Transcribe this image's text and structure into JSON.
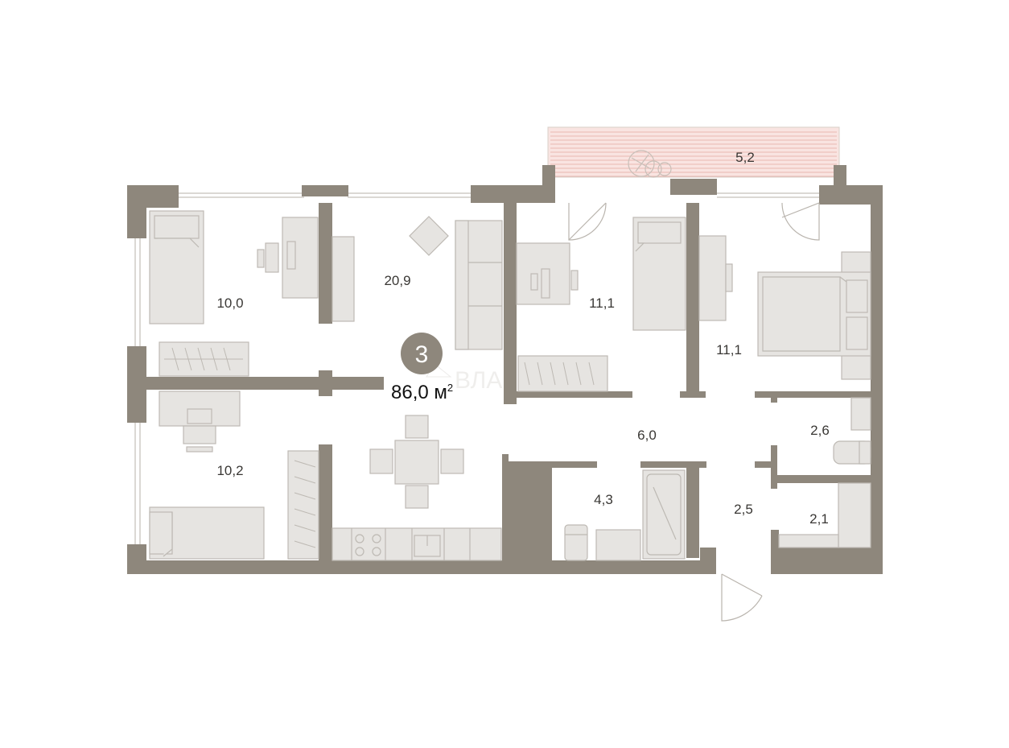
{
  "plan": {
    "rooms_count": "3",
    "total_area": "86,0",
    "area_unit": "м",
    "area_unit_power": "2",
    "rooms": {
      "bedroom_top_left": "10,0",
      "living_kitchen": "20,9",
      "bedroom_middle": "11,1",
      "bedroom_right": "11,1",
      "bedroom_bottom_left": "10,2",
      "hall": "6,0",
      "bathroom": "4,3",
      "toilet": "2,6",
      "entry": "2,5",
      "storage": "2,1",
      "balcony": "5,2"
    }
  },
  "colors": {
    "wall": "#8e877c",
    "furniture": "#e6e4e1",
    "furniture_stroke": "#bdb9b3",
    "balcony": "#f9e4e1",
    "balcony_lines": "#e9b7b1",
    "badge": "#8e877c"
  },
  "icons": [
    "door-swing-icon",
    "plant-icon",
    "bed-icon",
    "sofa-icon",
    "desk-icon",
    "wardrobe-icon",
    "bathtub-icon",
    "toilet-icon",
    "sink-icon",
    "stove-icon",
    "dining-table-icon"
  ]
}
